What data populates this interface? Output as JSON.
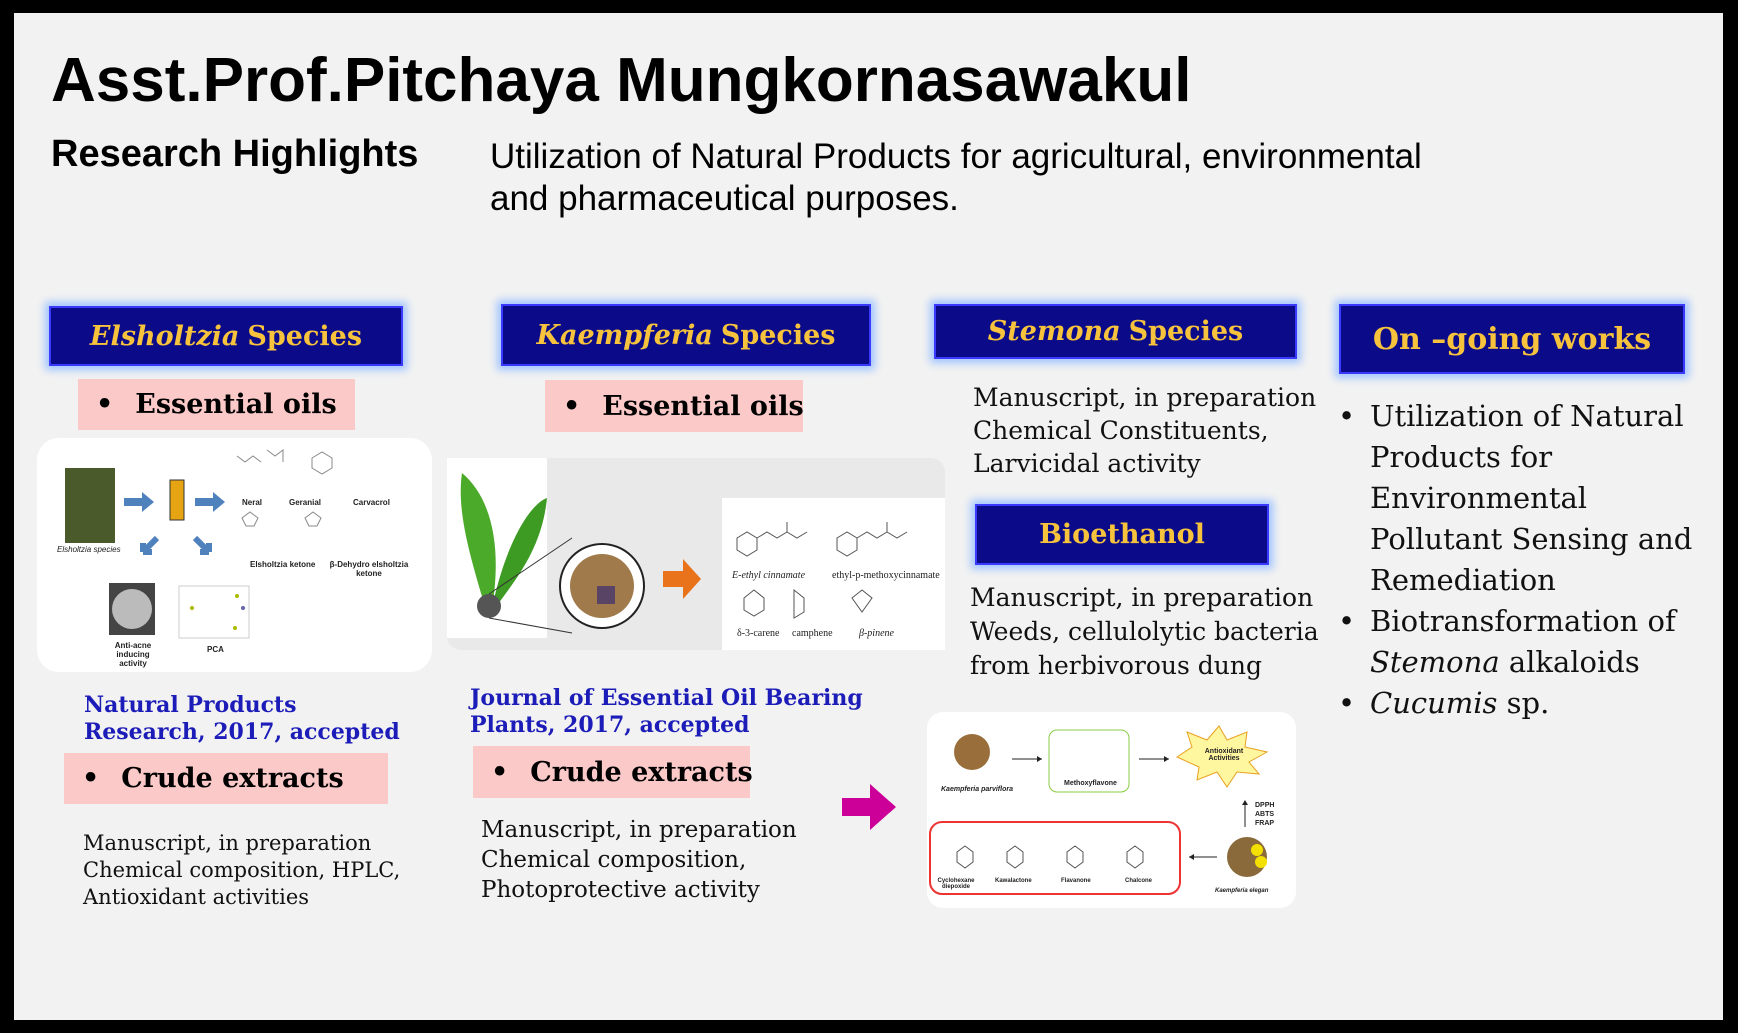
{
  "header": {
    "title": "Asst.Prof.Pitchaya Mungkornasawakul",
    "section": "Research Highlights",
    "subtitle_line1": "Utilization of Natural Products for agricultural, environmental",
    "subtitle_line2": "and pharmaceutical purposes."
  },
  "columns": {
    "elsholtzia": {
      "title_italic": "Elsholtzia",
      "title_rest": "Species",
      "essential": "Essential oils",
      "figure": {
        "species": "Elsholtzia species",
        "compounds": [
          "Neral",
          "Geranial",
          "Carvacrol",
          "Elsholtzia ketone",
          "β-Dehydro elsholtzia ketone"
        ],
        "anti": "Anti-acne inducing activity",
        "pca": "PCA"
      },
      "citation_line1": "Natural Products",
      "citation_line2": "Research, 2017, accepted",
      "crude": "Crude extracts",
      "crude_lines": [
        "Manuscript, in preparation",
        "Chemical composition, HPLC,",
        "Antioxidant activities"
      ]
    },
    "kaempferia": {
      "title_italic": "Kaempferia",
      "title_rest": "Species",
      "essential": "Essential oils",
      "figure": {
        "compounds": [
          "E-ethyl cinnamate",
          "ethyl-p-methoxycinnamate",
          "δ-3-carene",
          "camphene",
          "β-pinene"
        ]
      },
      "citation_line1": "Journal of Essential Oil Bearing",
      "citation_line2": "Plants, 2017, accepted",
      "crude": "Crude extracts",
      "crude_lines": [
        "Manuscript, in preparation",
        "Chemical composition,",
        "Photoprotective activity"
      ]
    },
    "stemona": {
      "title_italic": "Stemona",
      "title_rest": "Species",
      "lines": [
        "Manuscript, in preparation",
        "Chemical Constituents,",
        "Larvicidal activity"
      ]
    },
    "bioethanol": {
      "title": "Bioethanol",
      "lines": [
        "Manuscript, in preparation",
        "Weeds, cellulolytic bacteria",
        "from herbivorous dung"
      ],
      "figure": {
        "parviflora": "Kaempferia parviflora",
        "methoxy": "Methoxyflavone",
        "antioxidant": "Antioxidant Activities",
        "assays": [
          "DPPH",
          "ABTS",
          "FRAP"
        ],
        "compounds": [
          "Cyclohexane diepoxide",
          "Kawalactone",
          "Flavanone",
          "Chalcone"
        ],
        "elegan": "Kaempferia elegan"
      }
    },
    "ongoing": {
      "title": "On –going works",
      "items": [
        "Utilization of Natural Products for Environmental Pollutant Sensing and Remediation",
        "Biotransformation of",
        "Cucumis"
      ],
      "item2_italic": "Stemona",
      "item2_rest": " alkaloids",
      "item3_rest": " sp."
    }
  },
  "colors": {
    "header_bg": "#0b0b8a",
    "header_text": "#f7c33c",
    "pink": "#fcc9c9",
    "citation": "#1c1cb8"
  }
}
